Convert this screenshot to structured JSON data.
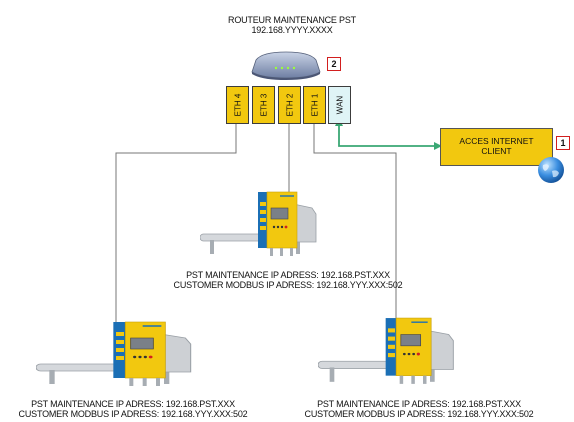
{
  "router": {
    "title": "ROUTEUR MAINTENANCE PST",
    "ip": "192.168.YYYY.XXXX",
    "badge": "2",
    "ports": [
      "ETH 4",
      "ETH 3",
      "ETH 2",
      "ETH 1",
      "WAN"
    ]
  },
  "internet": {
    "line1": "ACCES INTERNET",
    "line2": "CLIENT",
    "badge": "1"
  },
  "devices": [
    {
      "maintenance_ip": "PST MAINTENANCE IP ADRESS: 192.168.PST.XXX",
      "modbus_ip": "CUSTOMER MODBUS IP ADRESS: 192.168.YYY.XXX:502"
    },
    {
      "maintenance_ip": "PST MAINTENANCE IP ADRESS: 192.168.PST.XXX",
      "modbus_ip": "CUSTOMER MODBUS IP ADRESS: 192.168.YYY.XXX:502"
    },
    {
      "maintenance_ip": "PST MAINTENANCE IP ADRESS: 192.168.PST.XXX",
      "modbus_ip": "CUSTOMER MODBUS IP ADRESS: 192.168.YYY.XXX:502"
    }
  ],
  "colors": {
    "port_fill": "#f2c80f",
    "wan_fill": "#dff4f6",
    "internet_link": "#3aa874",
    "badge_border": "#d21f1f",
    "device_blue": "#1b6fb5"
  }
}
